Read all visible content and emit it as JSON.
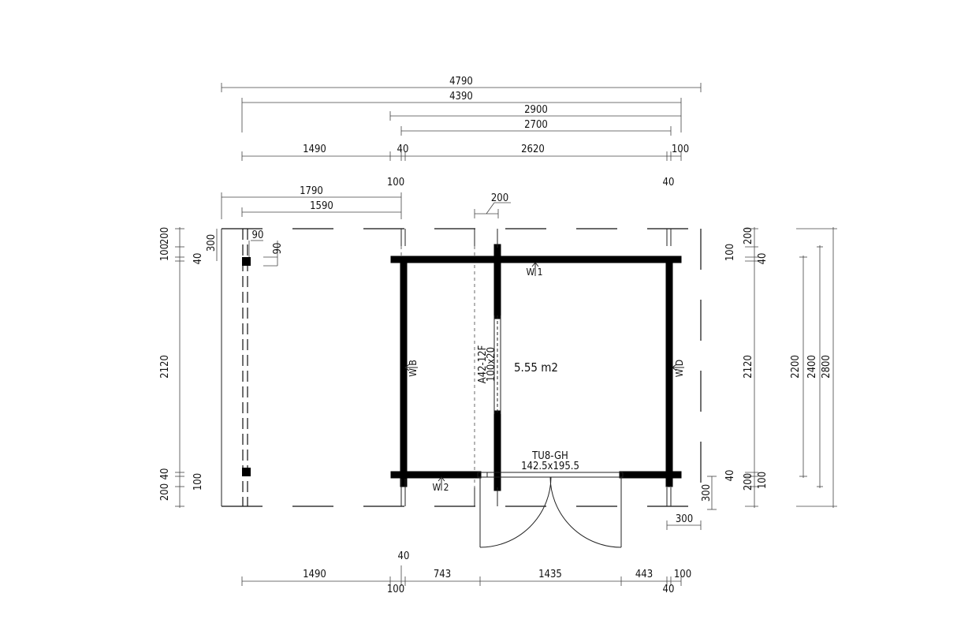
{
  "top_dims": {
    "d4790": "4790",
    "d4390": "4390",
    "d2900": "2900",
    "d2700": "2700",
    "seg_1490": "1490",
    "seg_40": "40",
    "seg_2620": "2620",
    "seg_100": "100",
    "below_100": "100",
    "below_40": "40"
  },
  "canopy_dims": {
    "d1790": "1790",
    "d1590": "1590",
    "d200": "200"
  },
  "post_dims": {
    "d90a": "90",
    "d90b": "90",
    "d300": "300"
  },
  "left_dims": {
    "top_200": "200",
    "top_100": "100",
    "top_40": "40",
    "mid_2120": "2120",
    "bot_40": "40",
    "bot_200": "200",
    "bot_100": "100"
  },
  "right_dims": {
    "top_200": "200",
    "top_100": "100",
    "top_40": "40",
    "mid_2120": "2120",
    "bot_40": "40",
    "bot_200": "200",
    "bot_100": "100",
    "bot_300": "300",
    "horiz_300": "300",
    "d2200": "2200",
    "d2400": "2400",
    "d2800": "2800"
  },
  "labels": {
    "area": "5.55 m2",
    "window_code": "A42-12F",
    "window_size": "100x20",
    "door_code": "TU8-GH",
    "door_size": "142.5x195.5",
    "wall_1": "W 1",
    "wall_2": "W 2",
    "wall_b": "W B",
    "wall_d": "W D"
  },
  "bottom_dims": {
    "above_40": "40",
    "seg_1490": "1490",
    "seg_743": "743",
    "seg_1435": "1435",
    "seg_443": "443",
    "seg_100": "100",
    "below_100": "100",
    "below_40": "40"
  }
}
